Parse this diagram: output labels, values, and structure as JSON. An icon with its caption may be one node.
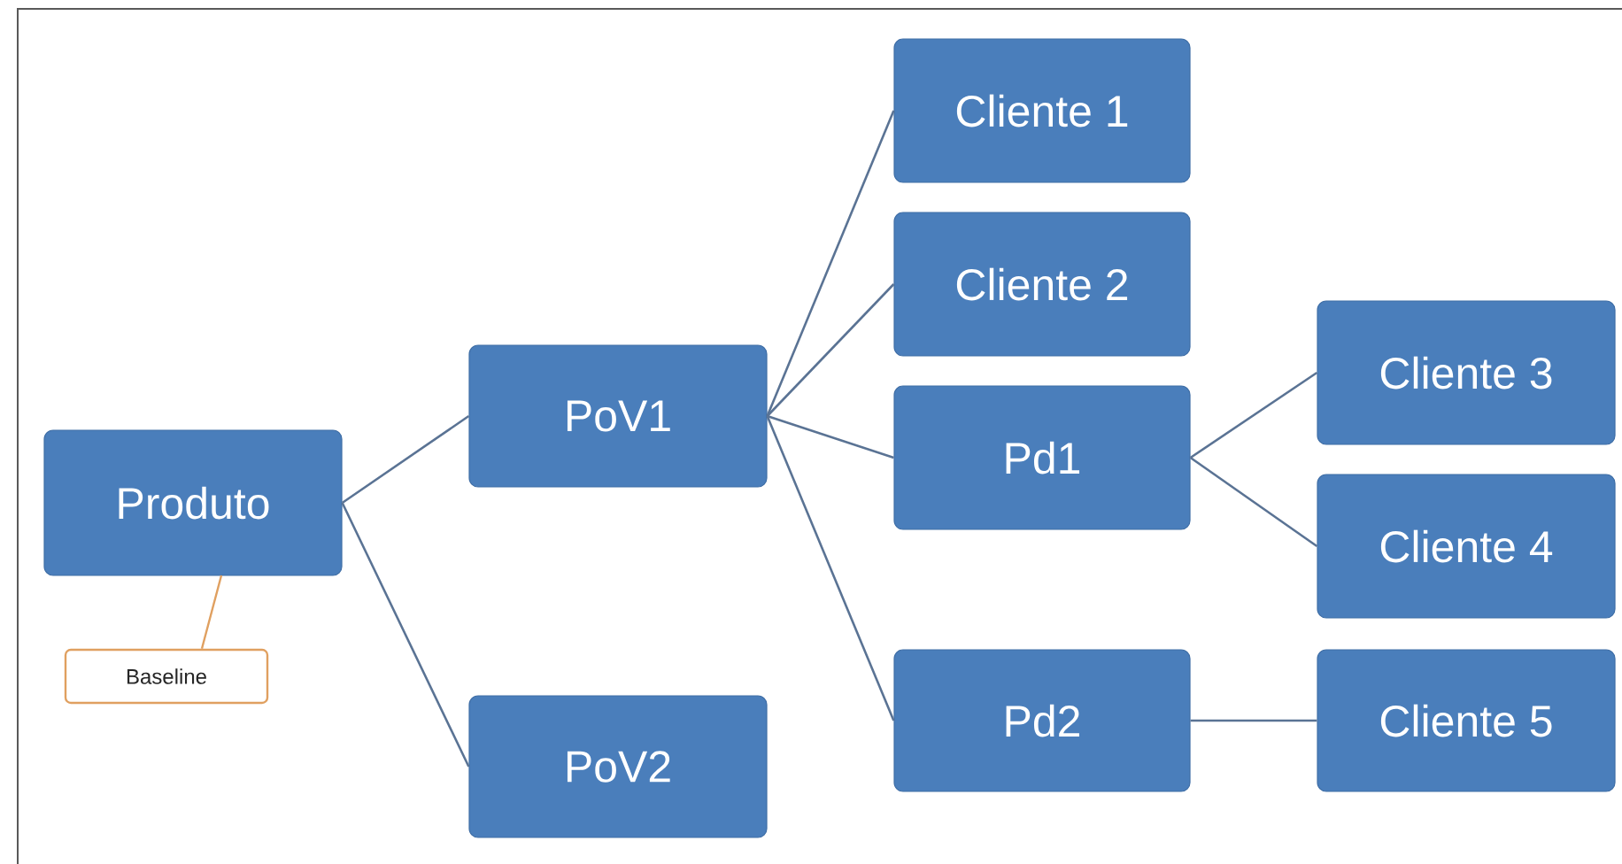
{
  "diagram": {
    "nodes": [
      {
        "text": [
          "Produto"
        ]
      },
      {
        "text": [
          "PoV1"
        ]
      },
      {
        "text": [
          "PoV2"
        ]
      },
      {
        "text": [
          "Cliente 1"
        ]
      },
      {
        "text": [
          "Cliente 2"
        ]
      },
      {
        "text": [
          "Pd1"
        ]
      },
      {
        "text": [
          "Pd2"
        ]
      },
      {
        "text": [
          "Cliente 3"
        ]
      },
      {
        "text": [
          "Cliente 4"
        ]
      },
      {
        "text": [
          "Cliente 5"
        ]
      },
      {
        "text": [
          "Baseline"
        ]
      }
    ],
    "edges": [
      {
        "from": 0,
        "to": 1,
        "arrow": "none"
      },
      {
        "from": 0,
        "to": 2,
        "arrow": "none"
      },
      {
        "from": 1,
        "to": 3,
        "arrow": "none"
      },
      {
        "from": 1,
        "to": 4,
        "arrow": "none"
      },
      {
        "from": 1,
        "to": 5,
        "arrow": "none"
      },
      {
        "from": 1,
        "to": 6,
        "arrow": "none"
      },
      {
        "from": 5,
        "to": 7,
        "arrow": "none"
      },
      {
        "from": 5,
        "to": 8,
        "arrow": "none"
      },
      {
        "from": 6,
        "to": 9,
        "arrow": "none"
      },
      {
        "from": 10,
        "to": 0,
        "arrow": "none",
        "color": "#e0a060"
      }
    ]
  }
}
